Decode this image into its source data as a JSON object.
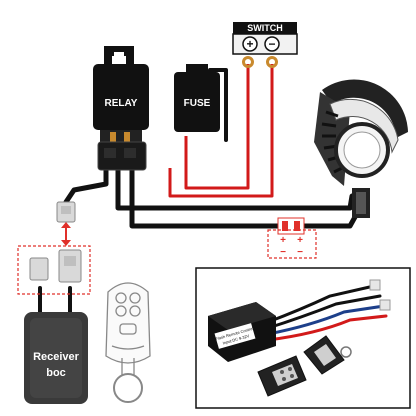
{
  "switch": {
    "label": "SWITCH",
    "plus": "+",
    "minus": "−"
  },
  "relay": {
    "label": "RELAY"
  },
  "fuse": {
    "label": "FUSE"
  },
  "receiver": {
    "label_line1": "Receiver",
    "label_line2": "boc"
  },
  "polarity": {
    "plus_left": "+",
    "plus_right": "+",
    "minus_left": "−",
    "minus_right": "−"
  },
  "inset": {
    "module_line1": "Flash Remote Control",
    "module_line2": "Input:DC 9-32V"
  },
  "colors": {
    "wire_black": "#111111",
    "wire_red": "#d21a1a",
    "dash_red": "#e0302a",
    "copper": "#c98a2e"
  }
}
